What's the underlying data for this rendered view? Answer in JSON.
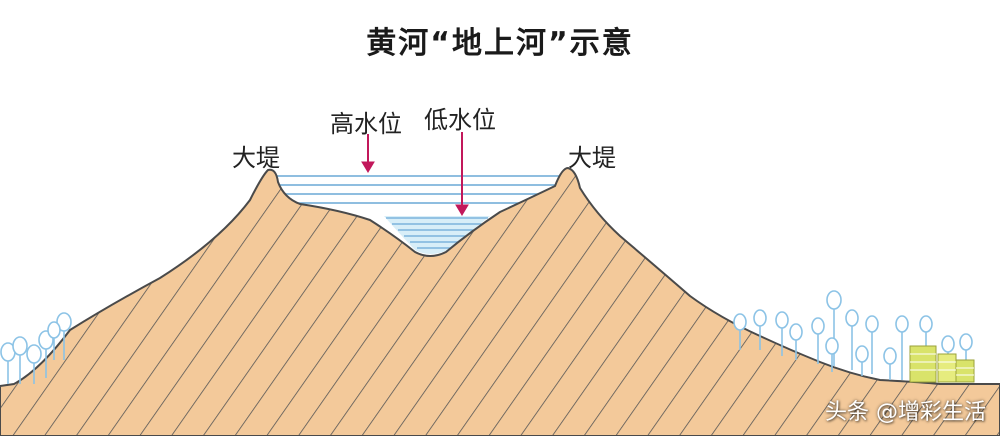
{
  "title": "黄河“地上河”示意",
  "labels": {
    "high_water": "高水位",
    "low_water": "低水位",
    "dike_left": "大堤",
    "dike_right": "大堤"
  },
  "watermark": "头条 @增彩生活",
  "colors": {
    "levee_fill": "#f3c99a",
    "levee_stroke": "#4a4a4a",
    "hatch": "#555555",
    "water_line": "#6aa9d6",
    "low_water_fill": "#d8eef8",
    "arrow": "#c2185b",
    "tree": "#8cc3e6",
    "building": "#d9e36a"
  }
}
